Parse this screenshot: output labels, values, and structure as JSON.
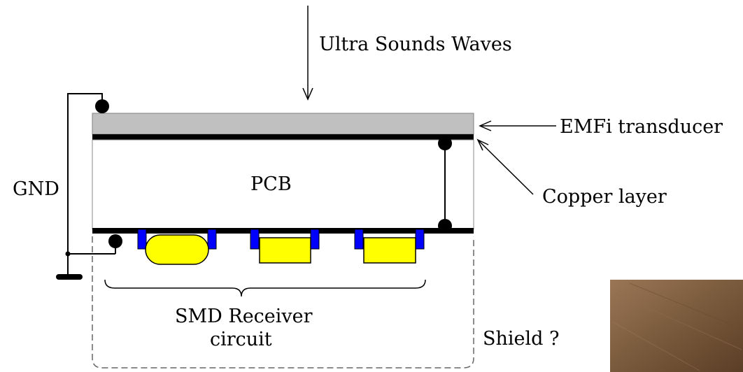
{
  "labels": {
    "waves": "Ultra Sounds Waves",
    "transducer": "EMFi transducer",
    "copper": "Copper layer",
    "pcb": "PCB",
    "gnd": "GND",
    "receiver_line1": "SMD Receiver",
    "receiver_line2": "circuit",
    "shield": "Shield ?"
  },
  "colors": {
    "transducer_fill": "#c0c0c0",
    "component_fill": "#ffff00",
    "pad_fill": "#0000ff",
    "line": "#000000",
    "photo": "#7a5a3c"
  }
}
